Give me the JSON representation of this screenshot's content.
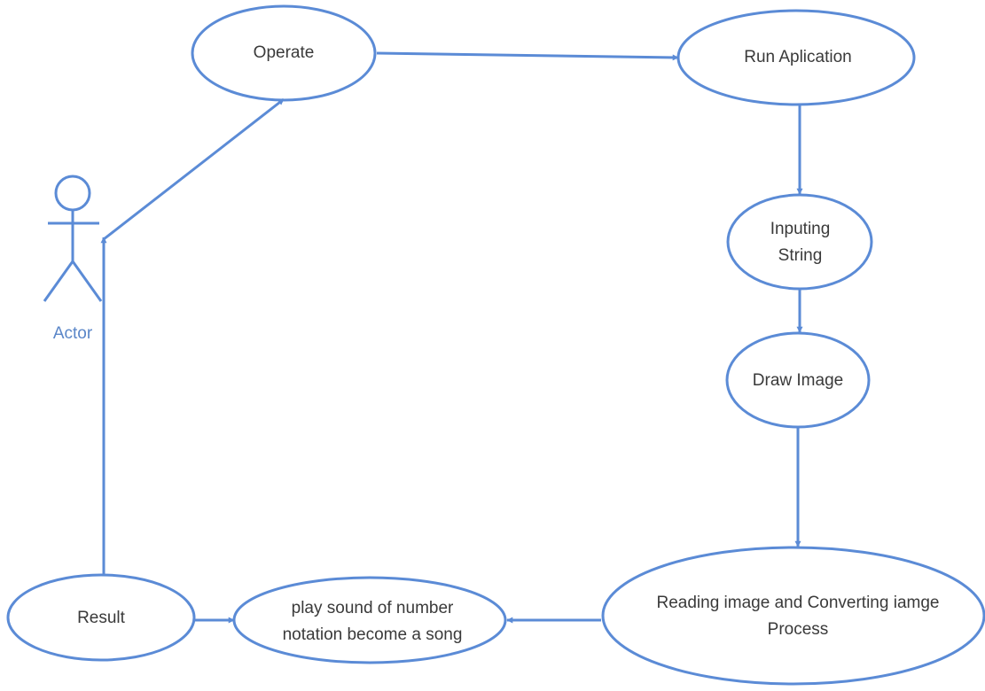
{
  "diagram": {
    "stroke_color": "#5b8bd6",
    "actor": {
      "label": "Actor"
    },
    "nodes": {
      "operate": "Operate",
      "run_application": "Run Aplication",
      "inputting_string": "Inputing\nString",
      "draw_image": "Draw Image",
      "reading_image": "Reading image and Converting iamge\nProcess",
      "play_sound": "play sound of number\nnotation become a song",
      "result": "Result"
    }
  }
}
